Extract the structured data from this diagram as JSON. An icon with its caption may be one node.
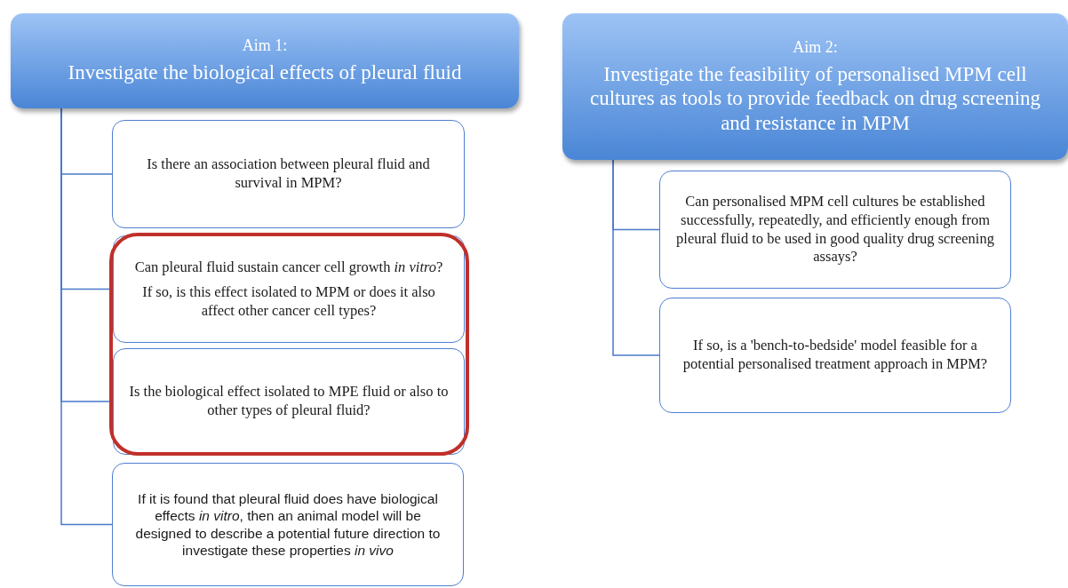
{
  "diagram": {
    "nodes": [
      {
        "text": [
          "Aim 1:",
          "Investigate the biological effects of pleural fluid"
        ]
      },
      {
        "text": [
          "Is there an association between pleural fluid and survival in MPM?"
        ]
      },
      {
        "text": [],
        "shape": "box"
      },
      {
        "text": [
          "Can pleural fluid sustain cancer cell growth *in vitro*?",
          "If so, is this effect isolated to MPM or does it also affect other cancer cell types?"
        ],
        "in": 2
      },
      {
        "text": [
          "Is the biological effect isolated to MPE fluid or also to other types of pleural fluid?"
        ],
        "in": 2
      },
      {
        "text": [
          "If it is found that pleural fluid does have biological effects *in vitro*, then an animal model will be designed to describe a potential future direction to investigate these properties *in vivo*"
        ]
      },
      {
        "text": [
          "Aim 2:",
          "Investigate the feasibility of personalised MPM cell cultures as tools to provide feedback on drug screening and resistance in MPM"
        ]
      },
      {
        "text": [
          "Can personalised MPM cell cultures be established successfully, repeatedly, and efficiently enough from pleural fluid to be used in good quality drug screening assays?"
        ]
      },
      {
        "text": [
          "If so, is a 'bench-to-bedside' model feasible for a potential personalised treatment approach in MPM?"
        ]
      }
    ],
    "edges": [
      {
        "from": 0,
        "to": 1,
        "arrow": "none"
      },
      {
        "from": 0,
        "to": 3,
        "arrow": "none"
      },
      {
        "from": 0,
        "to": 4,
        "arrow": "none"
      },
      {
        "from": 0,
        "to": 5,
        "arrow": "none"
      },
      {
        "from": 6,
        "to": 7,
        "arrow": "none"
      },
      {
        "from": 6,
        "to": 8,
        "arrow": "none"
      }
    ]
  }
}
